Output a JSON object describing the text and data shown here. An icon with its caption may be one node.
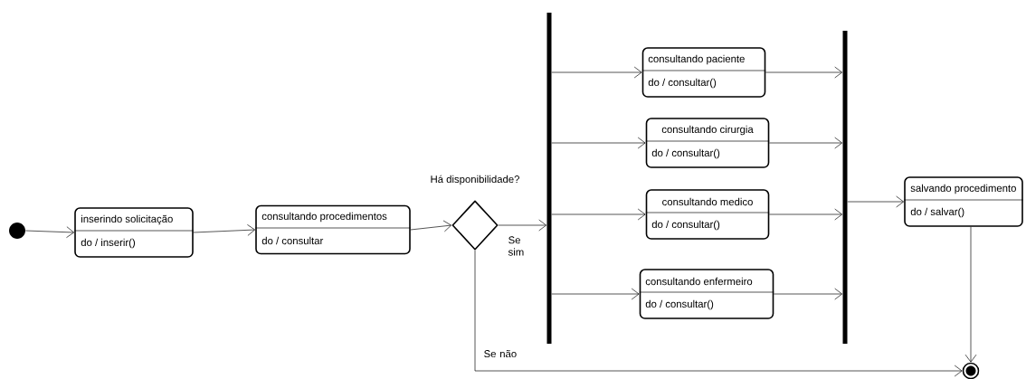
{
  "diagram": {
    "nodes": [
      {
        "text": [],
        "shape": "circle"
      },
      {
        "text": [
          "inserindo solicitação",
          "do / inserir()"
        ]
      },
      {
        "text": [
          "consultando procedimentos",
          "do / consultar"
        ]
      },
      {
        "text": [],
        "shape": "diamond",
        "beside": [
          "Há disponibilidade?"
        ]
      },
      {
        "text": [],
        "shape": "bar"
      },
      {
        "text": [
          "consultando paciente",
          "do / consultar()"
        ]
      },
      {
        "text": [
          "consultando cirurgia",
          "do / consultar()"
        ]
      },
      {
        "text": [
          "consultando medico",
          "do / consultar()"
        ]
      },
      {
        "text": [
          "consultando enfermeiro",
          "do / consultar()"
        ]
      },
      {
        "text": [],
        "shape": "bar"
      },
      {
        "text": [
          "salvando procedimento",
          "do / salvar()"
        ]
      },
      {
        "text": [],
        "shape": "circle"
      }
    ],
    "edges": [
      {
        "from": 0,
        "to": 1,
        "arrow": "to"
      },
      {
        "from": 1,
        "to": 2,
        "arrow": "to"
      },
      {
        "from": 2,
        "to": 3,
        "arrow": "to"
      },
      {
        "from": 3,
        "to": 4,
        "arrow": "to",
        "label": "Se sim"
      },
      {
        "from": 4,
        "to": 5,
        "arrow": "to"
      },
      {
        "from": 4,
        "to": 6,
        "arrow": "to"
      },
      {
        "from": 4,
        "to": 7,
        "arrow": "to"
      },
      {
        "from": 4,
        "to": 8,
        "arrow": "to"
      },
      {
        "from": 5,
        "to": 9,
        "arrow": "to"
      },
      {
        "from": 6,
        "to": 9,
        "arrow": "to"
      },
      {
        "from": 7,
        "to": 9,
        "arrow": "to"
      },
      {
        "from": 8,
        "to": 9,
        "arrow": "to"
      },
      {
        "from": 9,
        "to": 10,
        "arrow": "to"
      },
      {
        "from": 10,
        "to": 11,
        "arrow": "to"
      },
      {
        "from": 3,
        "to": 11,
        "arrow": "to",
        "label": "Se não"
      }
    ]
  }
}
